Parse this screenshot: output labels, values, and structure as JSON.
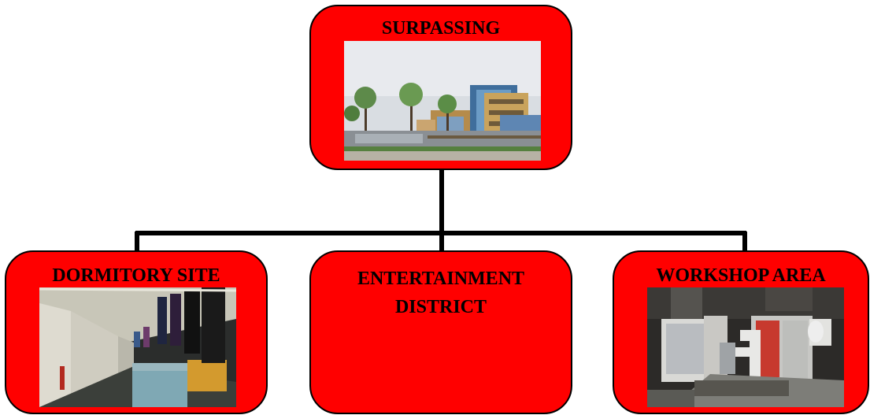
{
  "diagram": {
    "root": {
      "label": "SURPASSING",
      "image": "campus-buildings-photo"
    },
    "children": [
      {
        "label": "DORMITORY SITE",
        "image": "dormitory-corridor-photo"
      },
      {
        "label": "ENTERTAINMENT\nDISTRICT",
        "image": null
      },
      {
        "label": "WORKSHOP AREA",
        "image": "workshop-machine-photo"
      }
    ],
    "colors": {
      "node_fill": "#ff0000",
      "node_border": "#000000",
      "connector": "#000000"
    }
  }
}
